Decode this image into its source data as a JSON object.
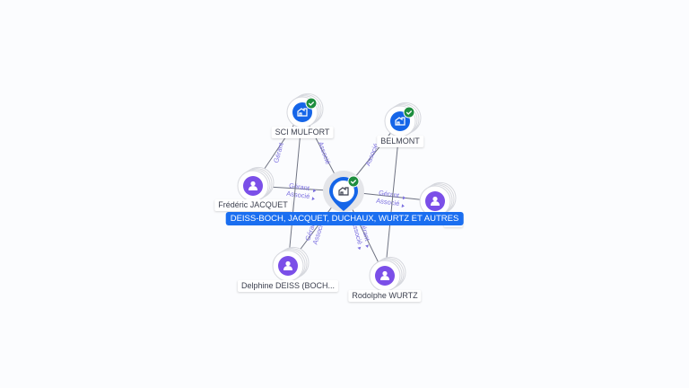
{
  "colors": {
    "company": "#1565e8",
    "person": "#7b4fe8",
    "verified": "#1e8e3e",
    "main_label_bg": "#1a6ef0",
    "edge_label": "#7b6fe0"
  },
  "main_node": {
    "label": "DEISS-BOCH, JACQUET, DUCHAUX, WURTZ ET AUTRES",
    "type": "company",
    "icon": "building-icon",
    "verified": true
  },
  "nodes": [
    {
      "id": "sci-mulfort",
      "label": "SCI MULFORT",
      "type": "company",
      "icon": "building-icon",
      "verified": true
    },
    {
      "id": "belmont",
      "label": "BELMONT",
      "type": "company",
      "icon": "building-icon",
      "verified": true
    },
    {
      "id": "frederic-jacquet",
      "label": "Frédéric JACQUET",
      "type": "person",
      "icon": "person-icon",
      "verified": false
    },
    {
      "id": "duchaux",
      "label": "UX",
      "type": "person",
      "icon": "person-icon",
      "verified": false
    },
    {
      "id": "delphine-deiss",
      "label": "Delphine DEISS (BOCH...",
      "type": "person",
      "icon": "person-icon",
      "verified": false
    },
    {
      "id": "rodolphe-wurtz",
      "label": "Rodolphe WURTZ",
      "type": "person",
      "icon": "person-icon",
      "verified": false
    }
  ],
  "edges": [
    {
      "from": "frederic-jacquet",
      "to": "sci-mulfort",
      "labels": [
        "Gérant"
      ]
    },
    {
      "from": "sci-mulfort",
      "to": "main",
      "labels": [
        "Associé"
      ]
    },
    {
      "from": "belmont",
      "to": "main",
      "labels": [
        "Associé"
      ]
    },
    {
      "from": "frederic-jacquet",
      "to": "main",
      "labels": [
        "Gérant",
        "Associé"
      ]
    },
    {
      "from": "duchaux",
      "to": "main",
      "labels": [
        "Gérant",
        "Associé"
      ]
    },
    {
      "from": "delphine-deiss",
      "to": "main",
      "labels": [
        "Gérant",
        "Associé"
      ]
    },
    {
      "from": "rodolphe-wurtz",
      "to": "main",
      "labels": [
        "Gérant",
        "Associé"
      ]
    },
    {
      "from": "sci-mulfort",
      "to": "delphine-deiss",
      "labels": []
    },
    {
      "from": "belmont",
      "to": "rodolphe-wurtz",
      "labels": []
    }
  ]
}
